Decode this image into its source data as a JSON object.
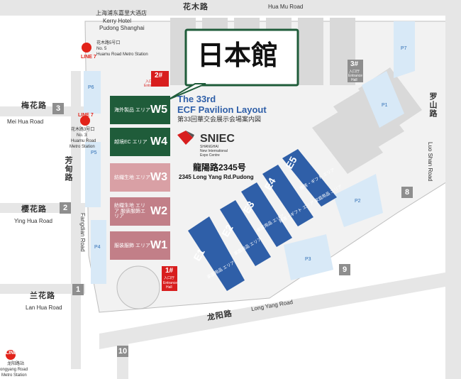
{
  "callout": {
    "label": "日本館"
  },
  "title": {
    "line1": "The 33rd",
    "line2": "ECF Pavilion Layout",
    "line3": "第33回華交会展示会場案内図"
  },
  "venue": {
    "logo": "SNIEC",
    "logo_sub1": "SHANGHAI",
    "logo_sub2": "New International",
    "logo_sub3": "Expo Centre",
    "address_cn": "龍陽路2345号",
    "address_en": "2345 Long Yang Rd.Pudong"
  },
  "hotel": {
    "name_cn": "上海浦东嘉里大酒店",
    "name_en1": "Kerry Hotel",
    "name_en2": "Pudong Shanghai"
  },
  "roads": {
    "huamu_cn": "花木路",
    "huamu_en": "Hua Mu Road",
    "meihua_cn": "梅花路",
    "meihua_en": "Mei Hua Road",
    "yinghua_cn": "樱花路",
    "yinghua_en": "Ying Hua Road",
    "lanhua_cn": "兰花路",
    "lanhua_en": "Lan Hua Road",
    "fangdian_cn": "芳甸路",
    "fangdian_en": "Fangdian Road",
    "luoshan_cn": "罗山路",
    "luoshan_en": "Luo Shan Road",
    "longyang_cn": "龙阳路",
    "longyang_en": "Long Yang Road"
  },
  "gates": [
    "1",
    "2",
    "3",
    "8",
    "9",
    "10"
  ],
  "entrances": {
    "e1": {
      "num": "1#",
      "cn": "入口厅",
      "en1": "Entrance",
      "en2": "Hall"
    },
    "e2": {
      "num": "2#",
      "cn": "入口厅",
      "en": "Entrance Hall"
    },
    "e3": {
      "num": "3#",
      "cn": "入口厅",
      "en1": "Entrance",
      "en2": "Hall"
    }
  },
  "halls_w": [
    {
      "code": "W5",
      "area": "海外製品 エリア",
      "color": "#1f5c3a"
    },
    {
      "code": "W4",
      "area": "越境EC エリア",
      "color": "#1f5c3a"
    },
    {
      "code": "W3",
      "area": "紡織生地 エリア",
      "color": "#d9a0a5"
    },
    {
      "code": "W2",
      "area": "紡織生地 エリア 服装服飾エリア",
      "color": "#c27f88"
    },
    {
      "code": "W1",
      "area": "服装服飾 エリア",
      "color": "#c27f88"
    }
  ],
  "halls_e": [
    {
      "code": "E5",
      "area": "贈答・ギフト エリア"
    },
    {
      "code": "E4",
      "area": "贈答・ギフト エリア 家庭用品 エリア"
    },
    {
      "code": "E3",
      "area": "家庭用品 エリア"
    },
    {
      "code": "E2",
      "area": "家庭用品 エリア"
    },
    {
      "code": "E1",
      "area": "家庭用品 エリア"
    }
  ],
  "parking": [
    "P1",
    "P2",
    "P3",
    "P4",
    "P5",
    "P6",
    "P7"
  ],
  "metro": {
    "huamu5_line1": "花木路5号口",
    "huamu5_line2": "No. 5",
    "huamu5_line3": "Huamu Road Metro Station",
    "huamu3_line1": "花木路3号口",
    "huamu3_line2": "No. 3",
    "huamu3_line3": "Huamu Road",
    "huamu3_line4": "Metro Station",
    "longyang_line1": "龙阳路站",
    "longyang_line2": "ongyang Road",
    "longyang_line3": "Metro Station",
    "line7": "LINE 7",
    "line2": "LINE 2"
  },
  "colors": {
    "blue_hall": "#2f5fa8",
    "green_hall": "#1f5c3a",
    "red_entrance": "#d81e1e",
    "light_blue": "#d8e9f7",
    "gray": "#d9d9d9"
  }
}
